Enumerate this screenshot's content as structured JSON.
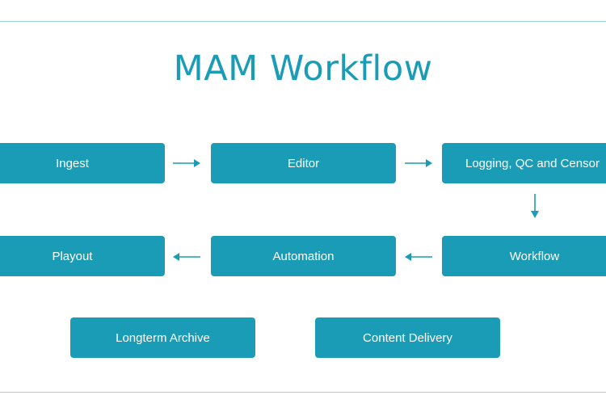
{
  "title": "MAM Workflow",
  "colors": {
    "accent": "#1b9cb6",
    "rule": "#9fd3e0",
    "box_text": "#ffffff"
  },
  "nodes": {
    "ingest": "Ingest",
    "editor": "Editor",
    "logging": "Logging, QC and Censor",
    "playout": "Playout",
    "automation": "Automation",
    "workflow": "Workflow",
    "archive": "Longterm Archive",
    "delivery": "Content Delivery"
  },
  "edges": [
    [
      "ingest",
      "editor"
    ],
    [
      "editor",
      "logging"
    ],
    [
      "logging",
      "workflow"
    ],
    [
      "workflow",
      "automation"
    ],
    [
      "automation",
      "playout"
    ]
  ]
}
